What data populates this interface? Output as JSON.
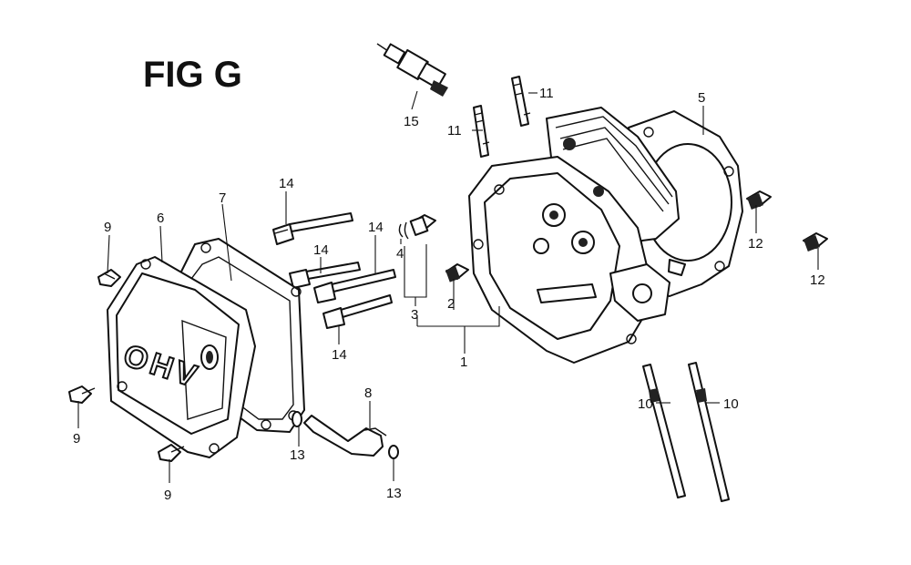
{
  "figure": {
    "title": "FIG G"
  },
  "callouts": {
    "c1": "1",
    "c2": "2",
    "c3": "3",
    "c4": "4",
    "c5": "5",
    "c6": "6",
    "c7": "7",
    "c8": "8",
    "c9a": "9",
    "c9b": "9",
    "c9c": "9",
    "c10a": "10",
    "c10b": "10",
    "c11a": "11",
    "c11b": "11",
    "c12a": "12",
    "c12b": "12",
    "c13a": "13",
    "c13b": "13",
    "c14a": "14",
    "c14b": "14",
    "c14c": "14",
    "c14d": "14",
    "c15": "15"
  },
  "cover_lettering": "OHV"
}
